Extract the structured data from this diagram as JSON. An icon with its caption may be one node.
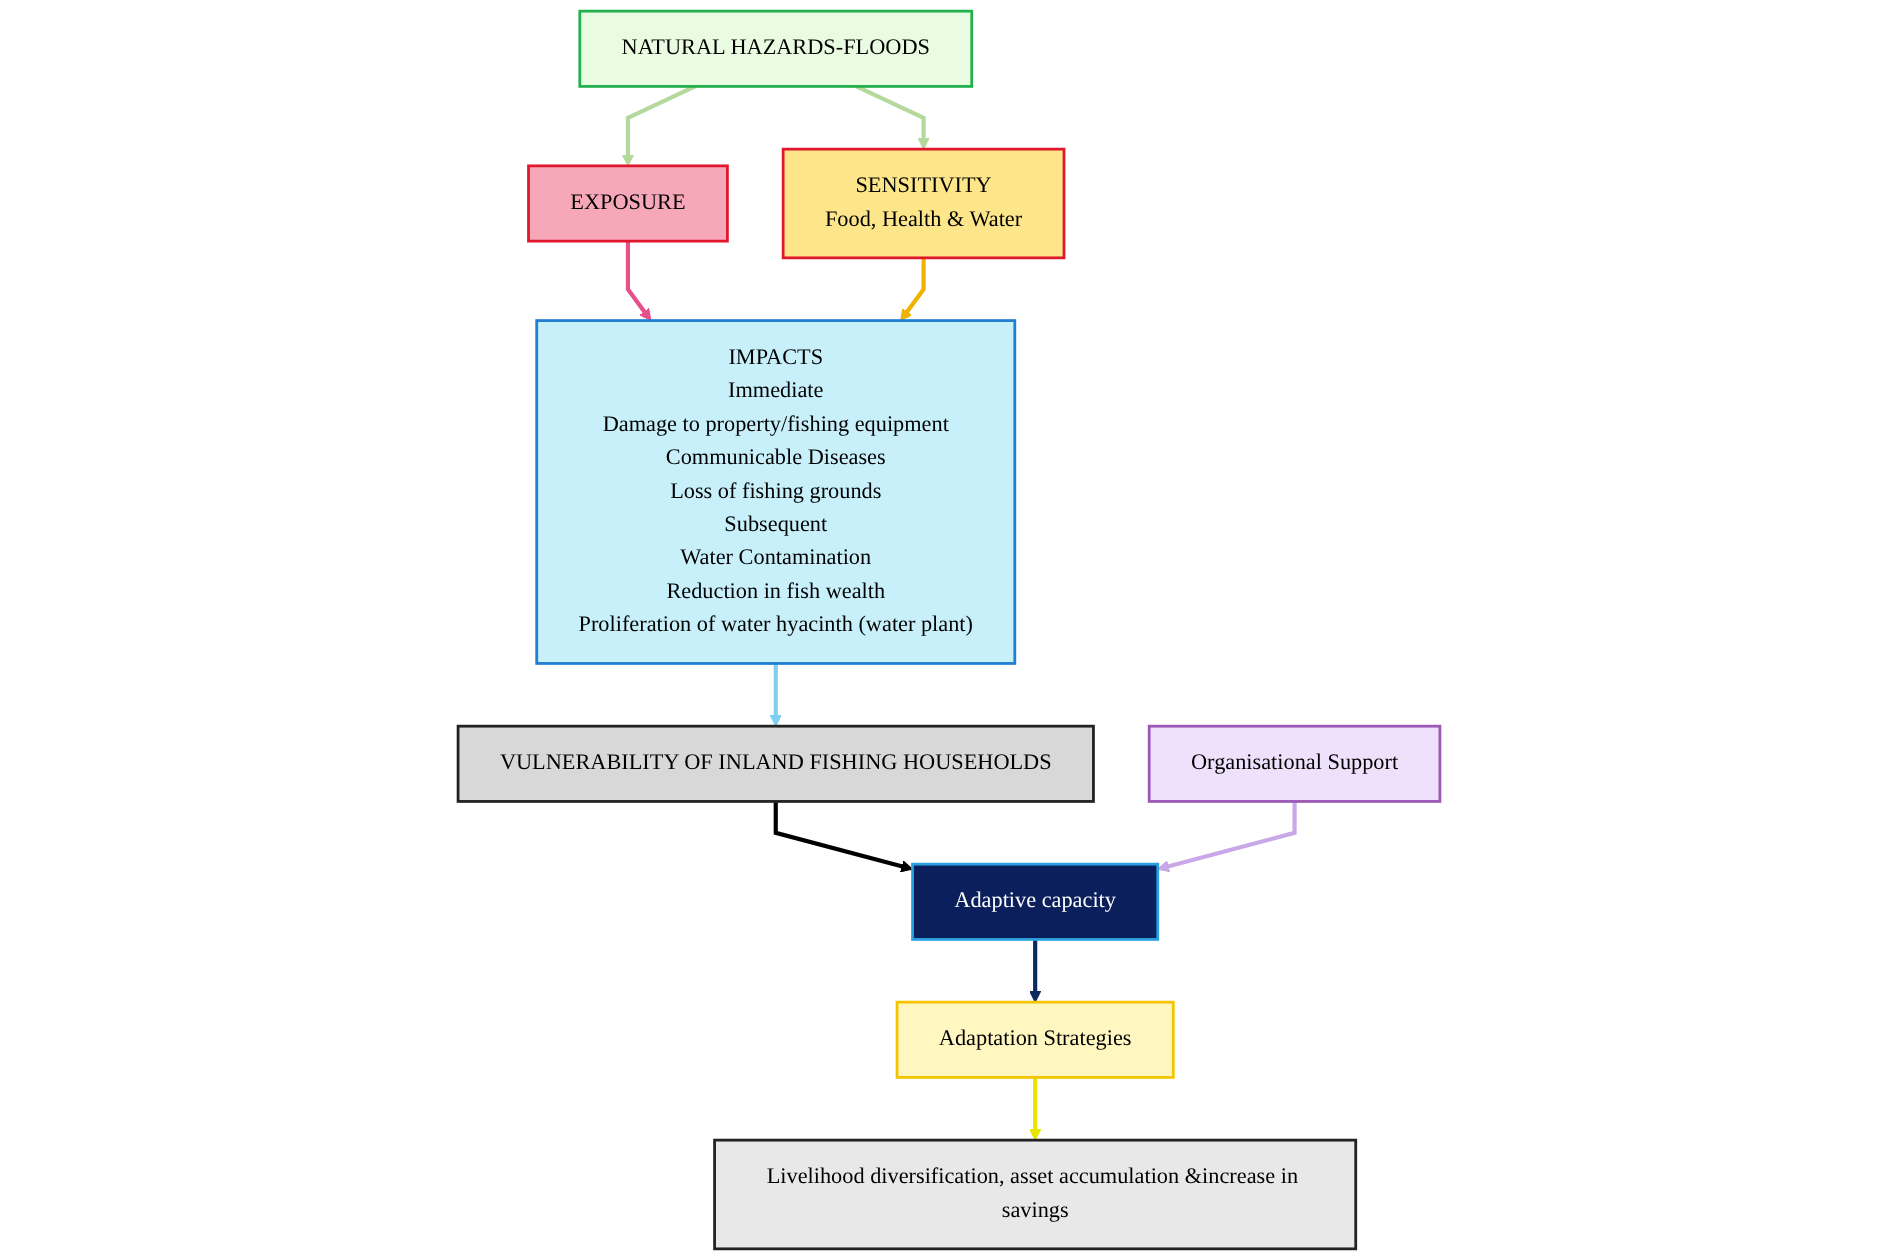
{
  "diagram": {
    "nodes": [
      {
        "text": [
          "NATURAL HAZARDS-FLOODS"
        ]
      },
      {
        "text": [
          "EXPOSURE"
        ]
      },
      {
        "text": [
          "SENSITIVITY",
          "Food, Health & Water"
        ]
      },
      {
        "text": [
          "IMPACTS",
          "Immediate",
          "Damage to property/fishing equipment",
          "Communicable Diseases",
          "Loss of fishing grounds",
          "Subsequent",
          "Water Contamination",
          "Reduction in fish wealth",
          "Proliferation of water hyacinth (water plant)"
        ]
      },
      {
        "text": [
          "Livelihood diversification, asset accumulation &increase in savings"
        ]
      },
      {
        "text": [
          "Adaptation Strategies"
        ]
      },
      {
        "text": [
          "Adaptive capacity"
        ]
      },
      {
        "text": [
          "Organisational Support"
        ]
      },
      {
        "text": [
          "VULNERABILITY OF INLAND FISHING HOUSEHOLDS"
        ]
      }
    ],
    "edges": [
      {
        "from": 0,
        "to": 1,
        "arrow": "to",
        "color": "#b5d99c"
      },
      {
        "from": 0,
        "to": 2,
        "arrow": "to",
        "color": "#b5d99c"
      },
      {
        "from": 1,
        "to": 3,
        "arrow": "to",
        "color": "#e8508a"
      },
      {
        "from": 2,
        "to": 3,
        "arrow": "to",
        "color": "#f0b400"
      },
      {
        "from": 3,
        "to": 8,
        "arrow": "to",
        "color": "#7fd0ef"
      },
      {
        "from": 8,
        "to": 6,
        "arrow": "to",
        "color": "#000000"
      },
      {
        "from": 7,
        "to": 6,
        "arrow": "to",
        "color": "#c8a8e8"
      },
      {
        "from": 6,
        "to": 5,
        "arrow": "to",
        "color": "#0d2a5e"
      },
      {
        "from": 5,
        "to": 4,
        "arrow": "to",
        "color": "#e6e600"
      }
    ]
  }
}
